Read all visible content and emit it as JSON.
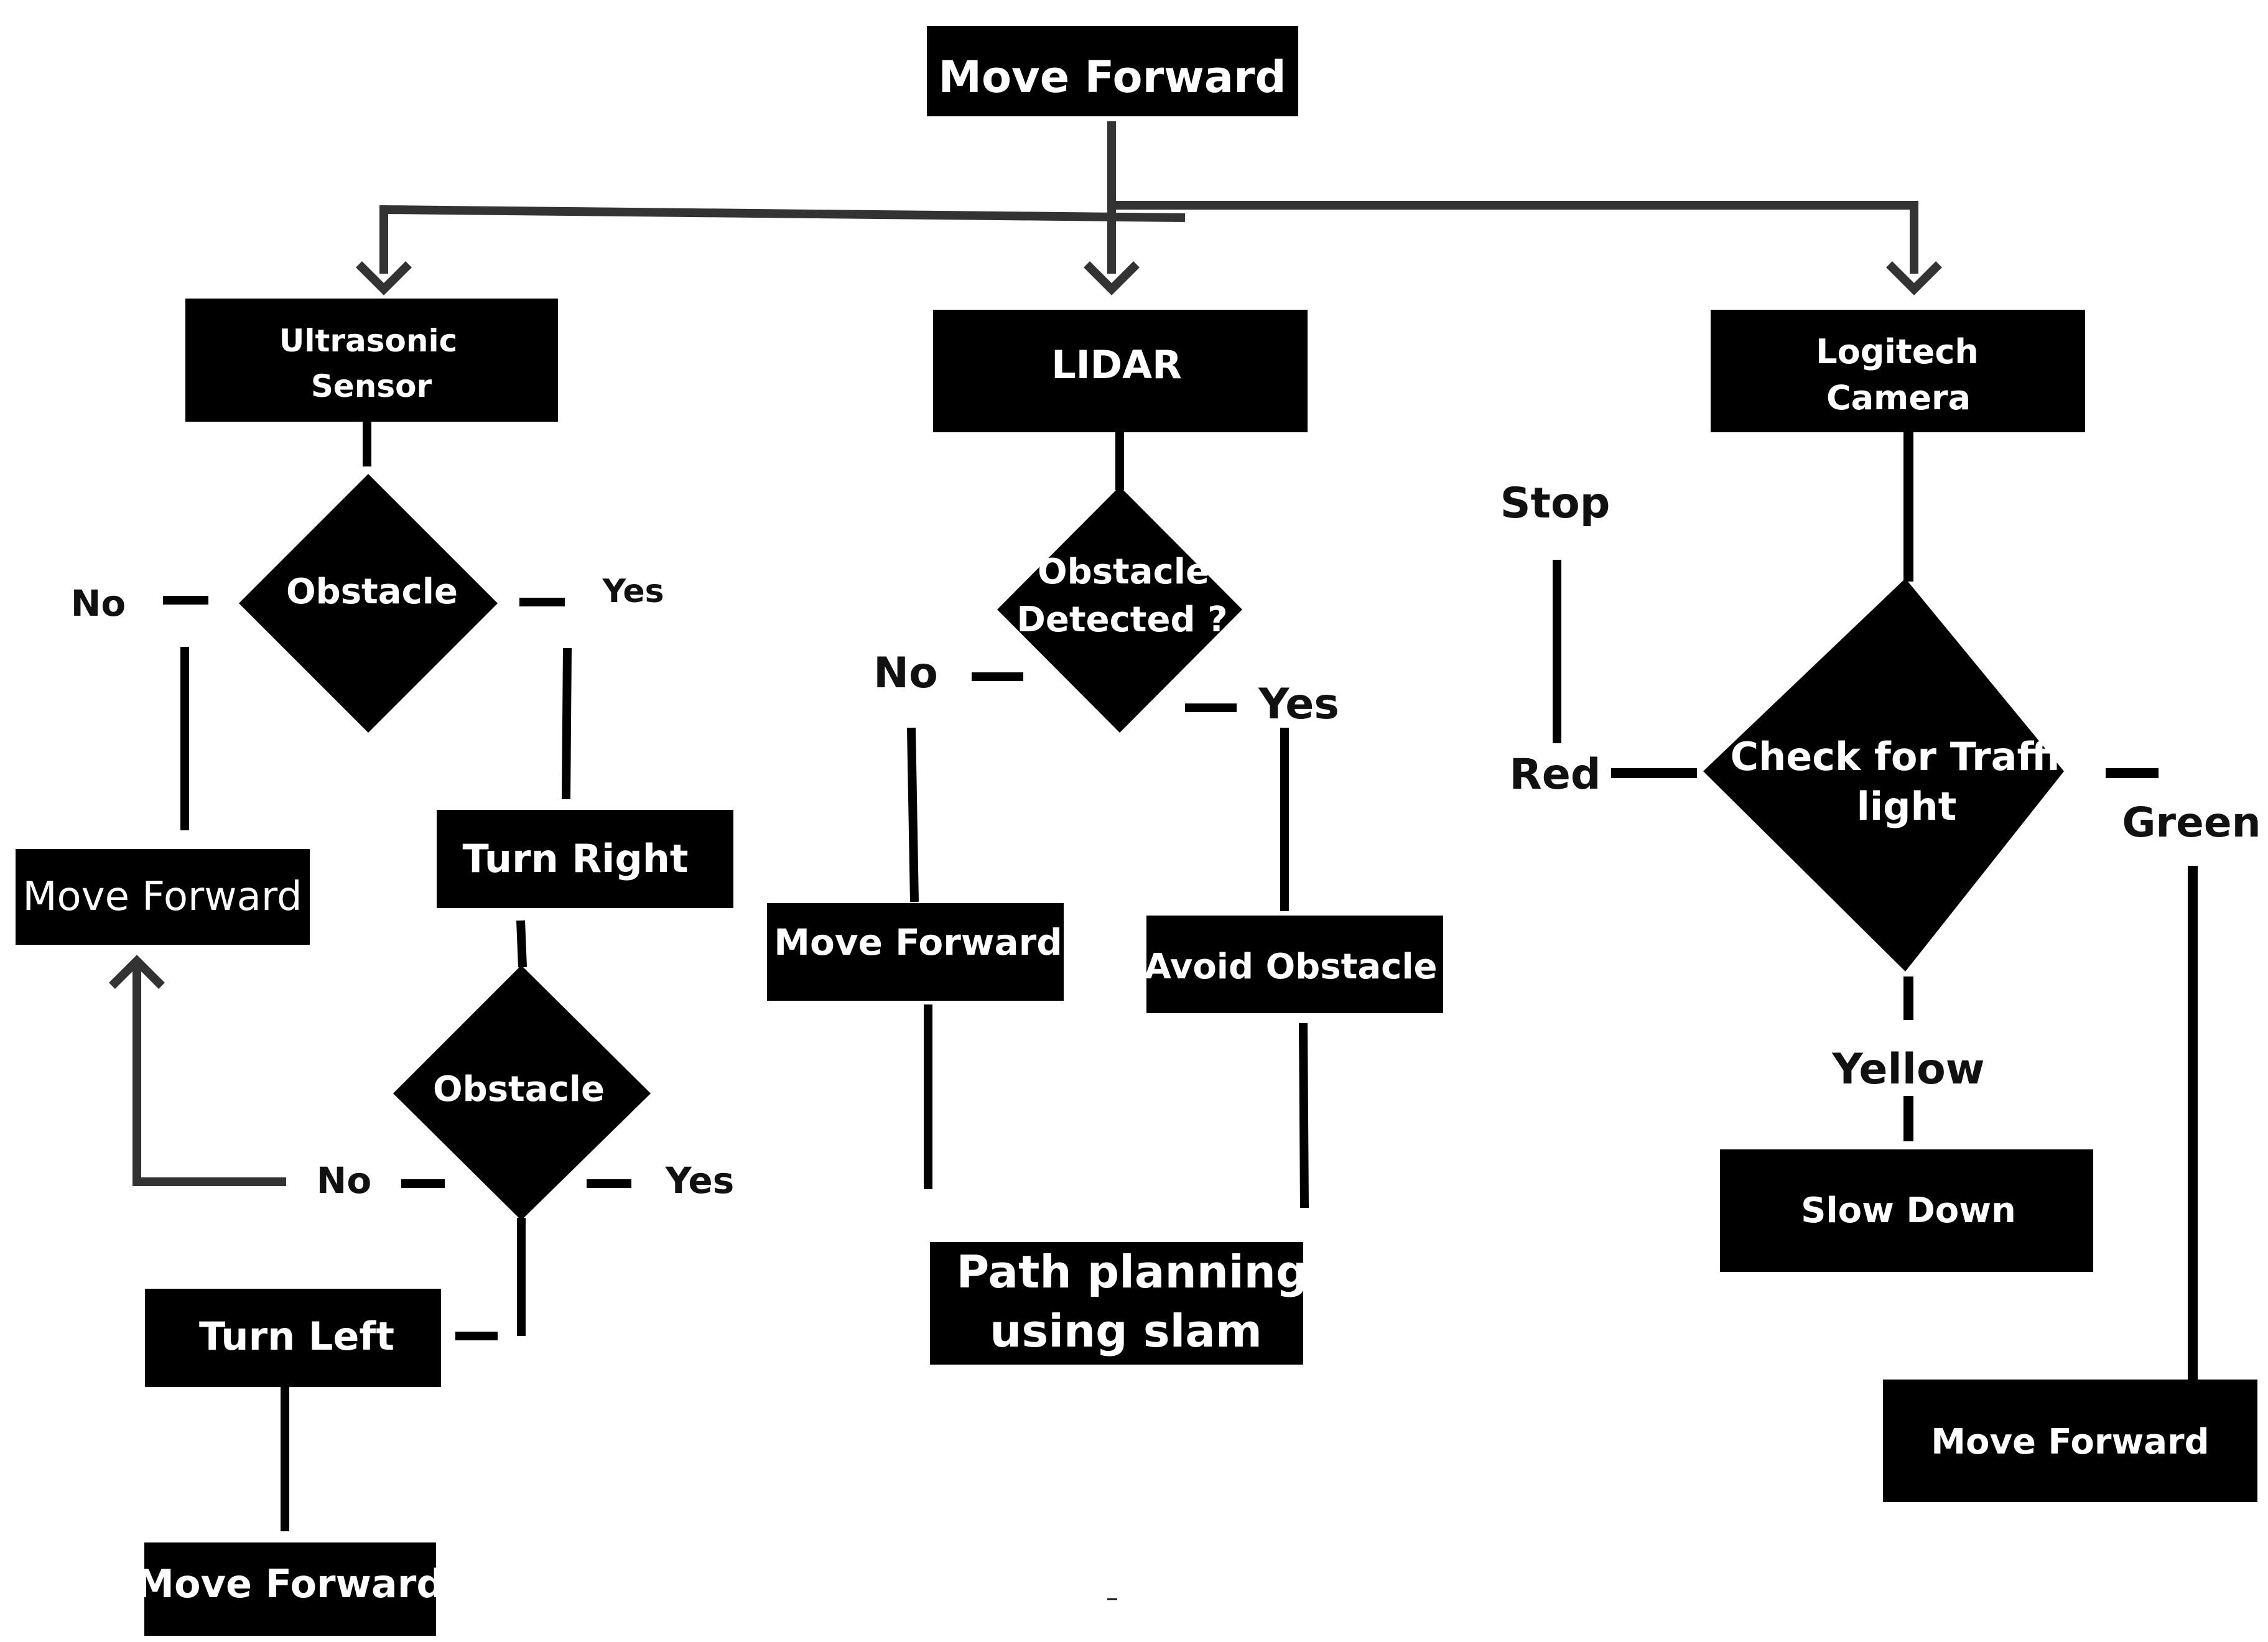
{
  "diagram": {
    "colors": {
      "box": "#000000",
      "box_text": "#ffffff",
      "line": "#000000",
      "connector": "#333333",
      "background": "#ffffff"
    },
    "root": "Move Forward",
    "ultrasonic": {
      "title": [
        "Ultrasonic",
        "Sensor"
      ],
      "obstacle1": "Obstacle",
      "no1": "No",
      "yes1": "Yes",
      "move_forward": "Move Forward",
      "turn_right": "Turn Right",
      "obstacle2": "Obstacle",
      "no2": "No",
      "yes2": "Yes",
      "turn_left": "Turn Left",
      "move_forward_bottom": "Move Forward"
    },
    "lidar": {
      "title": "LIDAR",
      "decision": [
        "Obstacle",
        "Detected ?"
      ],
      "no": "No",
      "yes": "Yes",
      "move_forward": "Move Forward",
      "avoid": "Avoid Obstacle",
      "path": [
        "Path planning",
        "using slam"
      ]
    },
    "camera": {
      "title": [
        "Logitech",
        "Camera"
      ],
      "decision": [
        "Check for Traffic",
        "light"
      ],
      "stop": "Stop",
      "red": "Red",
      "green": "Green",
      "yellow": "Yellow",
      "slow_down": "Slow Down",
      "move_forward": "Move Forward"
    },
    "footer_mark": "–"
  }
}
